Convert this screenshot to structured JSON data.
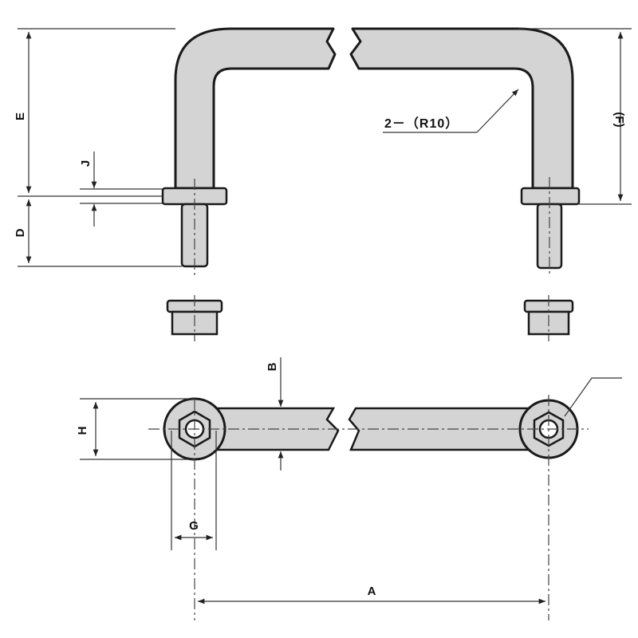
{
  "labels": {
    "E": "E",
    "J": "J",
    "D": "D",
    "F": "(F)",
    "radius_note": "2－（R10）",
    "B": "B",
    "H": "H",
    "G": "G",
    "A": "A"
  }
}
